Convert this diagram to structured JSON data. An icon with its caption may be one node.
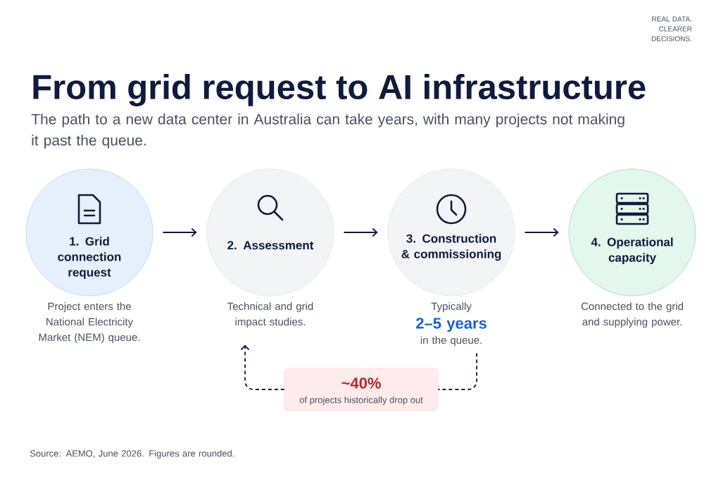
{
  "diagram": {
    "title": "From grid request to AI infrastructure",
    "nodes": [
      {
        "text": [
          "1. Grid connection request"
        ],
        "beside": [
          "Project enters the National Electricity Market (NEM) queue."
        ]
      },
      {
        "text": [
          "2. Assessment"
        ],
        "beside": [
          "Technical and grid impact studies."
        ]
      },
      {
        "text": [
          "3. Construction & commissioning"
        ],
        "beside": [
          "Typically",
          "2–5 years",
          "in the queue."
        ]
      },
      {
        "text": [
          "4. Operational capacity"
        ],
        "beside": [
          "Connected to the grid and supplying power."
        ]
      },
      {
        "text": [
          "~40%",
          "of projects historically drop out"
        ]
      }
    ],
    "edges": [
      {
        "from": 0,
        "to": 1,
        "arrow": "to"
      },
      {
        "from": 1,
        "to": 2,
        "arrow": "to"
      },
      {
        "from": 2,
        "to": 3,
        "arrow": "to"
      },
      {
        "from": 2,
        "to": 4,
        "arrow": "none",
        "style": "dashed"
      },
      {
        "from": 4,
        "to": 1,
        "arrow": "to",
        "style": "dashed"
      }
    ],
    "labels": [
      "REAL DATA. CLEARER DECISIONS.",
      "The path to a new data center in Australia can take years, with many projects not making it past the queue.",
      "Source: AEMO, June 2026. Figures are rounded."
    ]
  }
}
